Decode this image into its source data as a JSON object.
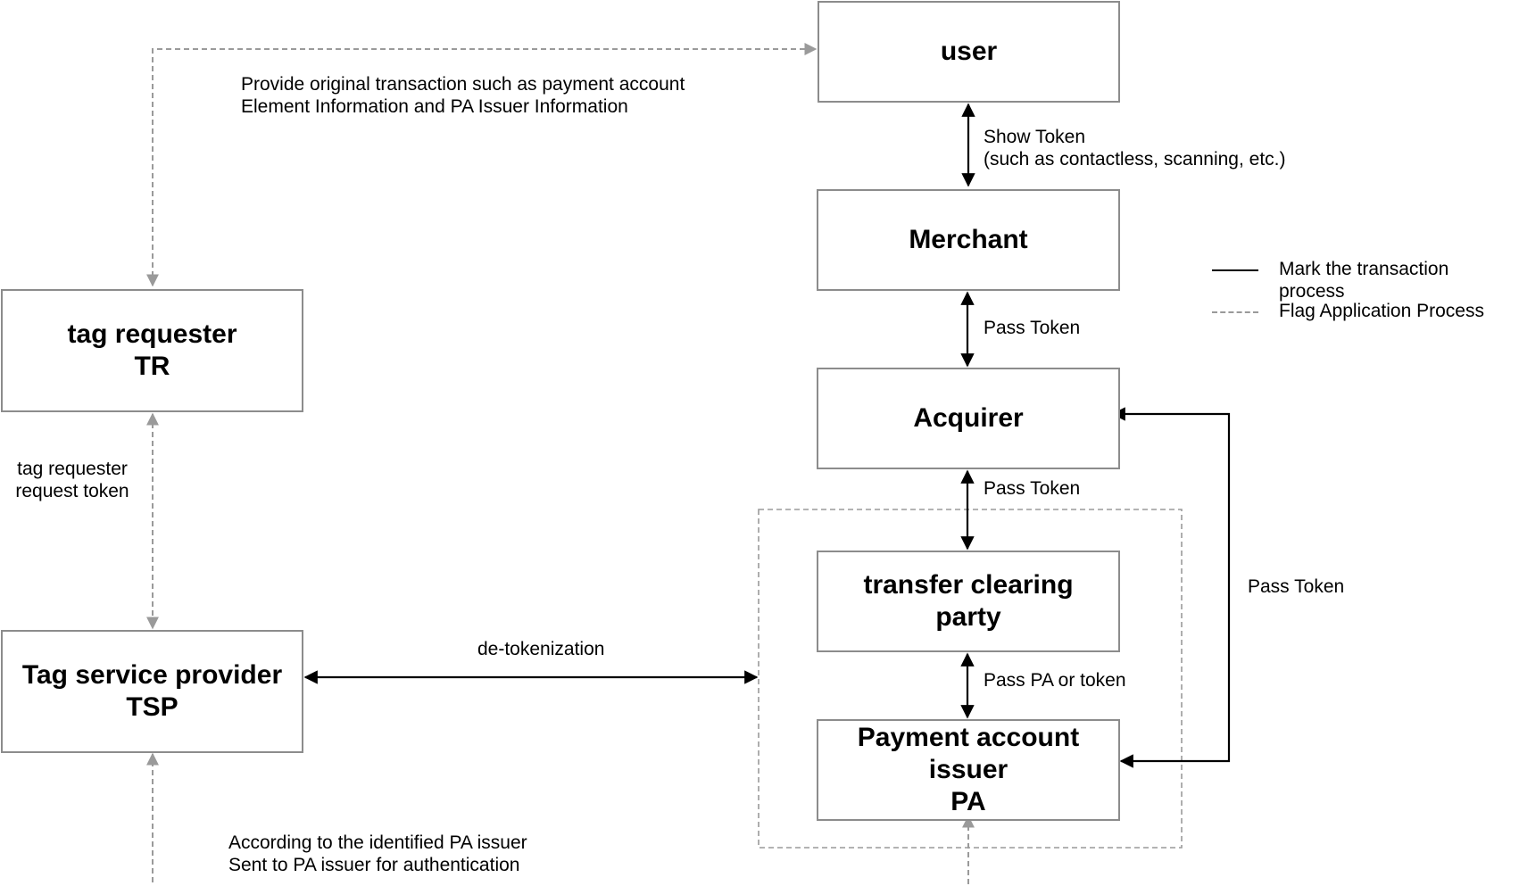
{
  "nodes": {
    "user": "user",
    "merchant": "Merchant",
    "acquirer": "Acquirer",
    "transfer_clearing": "transfer clearing\nparty",
    "pa_issuer": "Payment account\nissuer\nPA",
    "tag_requester": "tag requester\nTR",
    "tsp": "Tag service provider\nTSP"
  },
  "edges": {
    "user_merchant": "Show Token\n(such as contactless, scanning, etc.)",
    "merchant_acquirer": "Pass Token",
    "acquirer_clearing": "Pass Token",
    "clearing_pa": "Pass PA or token",
    "acquirer_pa": "Pass Token",
    "tr_user": "Provide original transaction such as payment account\nElement Information and PA Issuer Information",
    "tr_tsp": "tag requester\nrequest token",
    "tsp_group": "de-tokenization",
    "pa_tsp": "According to the identified PA issuer\nSent to PA issuer for authentication"
  },
  "legend": {
    "solid": "Mark the transaction process",
    "dashed": "Flag Application Process"
  },
  "colors": {
    "solid_line": "#000000",
    "dashed_line": "#9a9a9a",
    "box_border": "#8c8c8c"
  }
}
